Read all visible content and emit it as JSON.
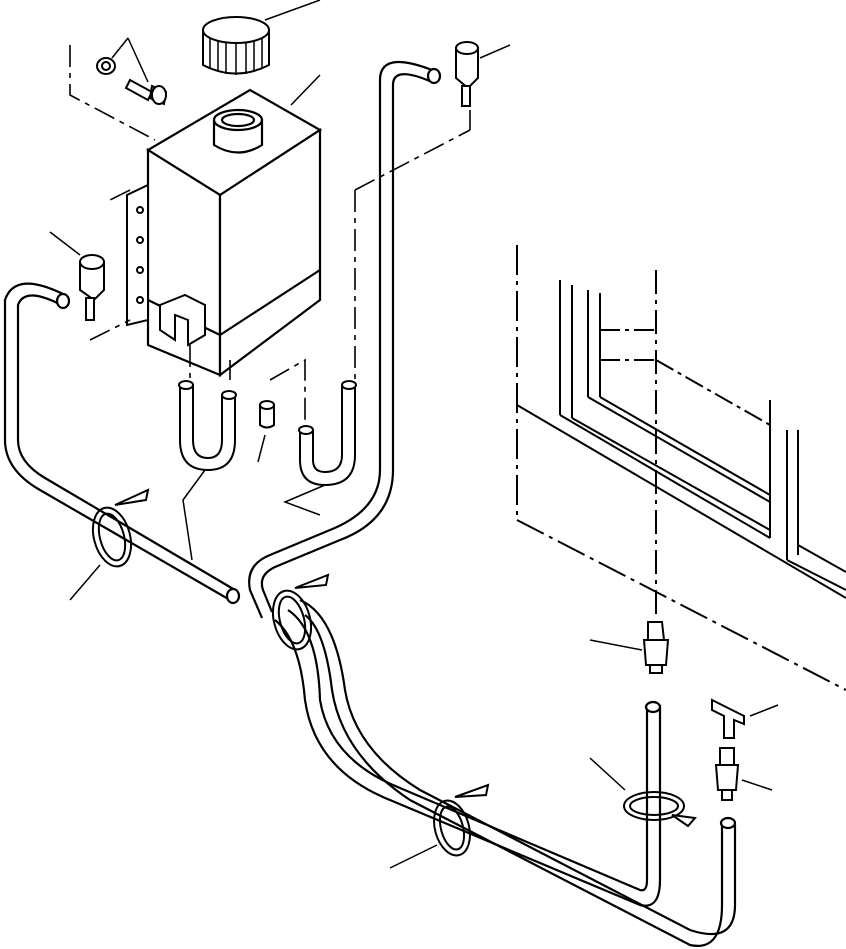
{
  "diagram": {
    "kind": "exploded parts drawing",
    "line_color": "#000000",
    "background": "#ffffff",
    "components": [
      "washer-tank",
      "filler-cap",
      "mounting-bracket",
      "mounting-bolt",
      "washer",
      "pump-left",
      "pump-top",
      "u-hose-left",
      "u-hose-right",
      "hose-joint",
      "main-hose",
      "hose-clamp-left",
      "hose-clamp-center",
      "hose-clamp-lower",
      "hose-clamp-right",
      "nozzle",
      "check-valve",
      "tee-joint",
      "cab-window-frame"
    ],
    "text_labels": []
  }
}
